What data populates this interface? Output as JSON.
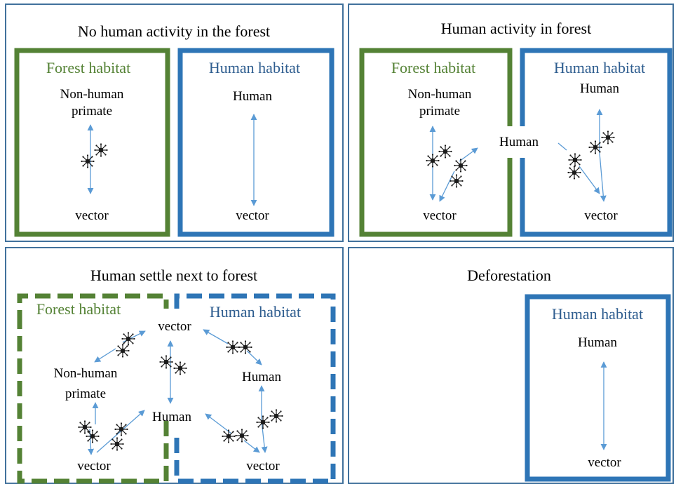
{
  "panels": {
    "no_activity": {
      "title": "No human activity in the forest",
      "forest_title": "Forest habitat",
      "forest_host": "Non-human primate",
      "forest_host_line1": "Non-human",
      "forest_host_line2": "primate",
      "forest_vector": "vector",
      "human_title": "Human habitat",
      "human_host": "Human",
      "human_vector": "vector"
    },
    "activity": {
      "title": "Human activity in forest",
      "forest_title": "Forest habitat",
      "forest_host_line1": "Non-human",
      "forest_host_line2": "primate",
      "forest_vector": "vector",
      "bridge_human": "Human",
      "human_title": "Human habitat",
      "human_host": "Human",
      "human_vector": "vector"
    },
    "settle": {
      "title": "Human settle next to forest",
      "forest_title": "Forest habitat",
      "human_title": "Human habitat",
      "center_vector": "vector",
      "center_human": "Human",
      "forest_host_line1": "Non-human",
      "forest_host_line2": "primate",
      "forest_vector": "vector",
      "human_host": "Human",
      "human_vector": "vector"
    },
    "deforestation": {
      "title": "Deforestation",
      "human_title": "Human habitat",
      "human_host": "Human",
      "human_vector": "vector"
    }
  },
  "colors": {
    "forest": "#548235",
    "human": "#2e75b6",
    "arrow": "#5b9bd5",
    "panel_border": "#41719c",
    "mosquito": "#1a1a1a"
  }
}
